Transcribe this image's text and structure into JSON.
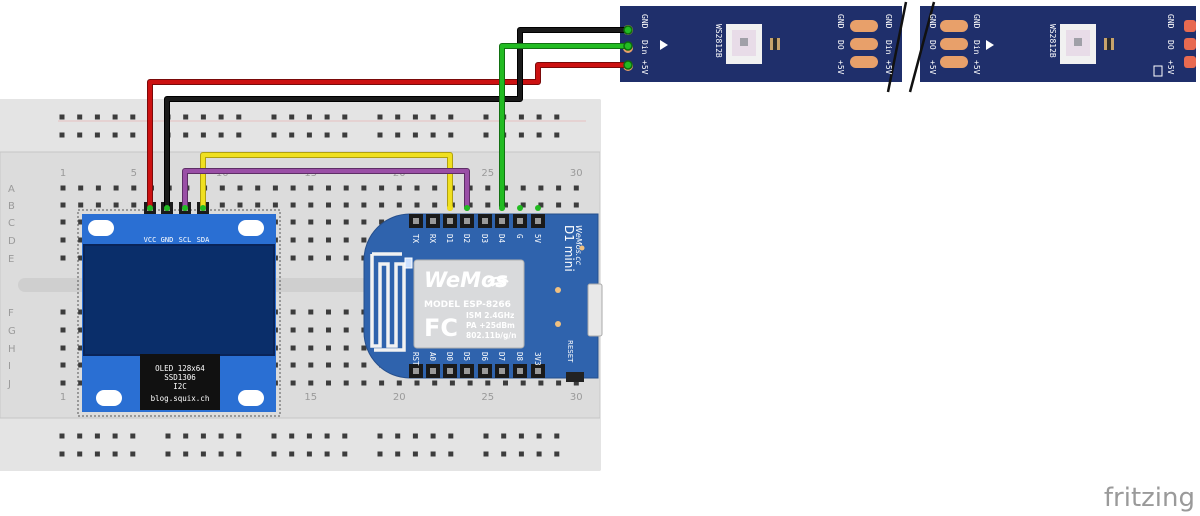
{
  "breadboard": {
    "row_letters": [
      "A",
      "B",
      "C",
      "D",
      "E",
      "F",
      "G",
      "H",
      "I",
      "J"
    ],
    "column_numbers": [
      "1",
      "5",
      "10",
      "15",
      "20",
      "25",
      "30"
    ]
  },
  "oled": {
    "pins": [
      "VCC",
      "GND",
      "SCL",
      "SDA"
    ],
    "label_lines": [
      "OLED 128x64",
      "SSD1306",
      "I2C"
    ],
    "site": "blog.squix.ch"
  },
  "wemos": {
    "top_pins": [
      "TX",
      "RX",
      "D1",
      "D2",
      "D3",
      "D4",
      "G",
      "5V"
    ],
    "bottom_pins": [
      "RST",
      "A0",
      "D0",
      "D5",
      "D6",
      "D7",
      "D8",
      "3V3"
    ],
    "title": "D1 mini",
    "brand_small": "WeMos.cc",
    "logo": "WeMos",
    "model_line": "MODEL  ESP-8266",
    "ism": "ISM 2.4GHz",
    "pa": "PA +25dBm",
    "wifi": "802.11b/g/n",
    "fc": "FC",
    "reset": "RESET"
  },
  "led_strip": {
    "chip": "WS2812B",
    "in_pins": [
      "GND",
      "Din",
      "+5V"
    ],
    "out_pins": [
      "GND",
      "DO",
      "+5V"
    ]
  },
  "watermark": "fritzing",
  "colors": {
    "strip": "#1f2f6b",
    "wemos_blue": "#2f63ad",
    "oled_blue": "#2a6fd3",
    "wire_red": "#cc1111",
    "wire_black": "#1a1a1a",
    "wire_green": "#22bb22",
    "wire_yellow": "#f0e020",
    "wire_purple": "#9a4fa6"
  }
}
